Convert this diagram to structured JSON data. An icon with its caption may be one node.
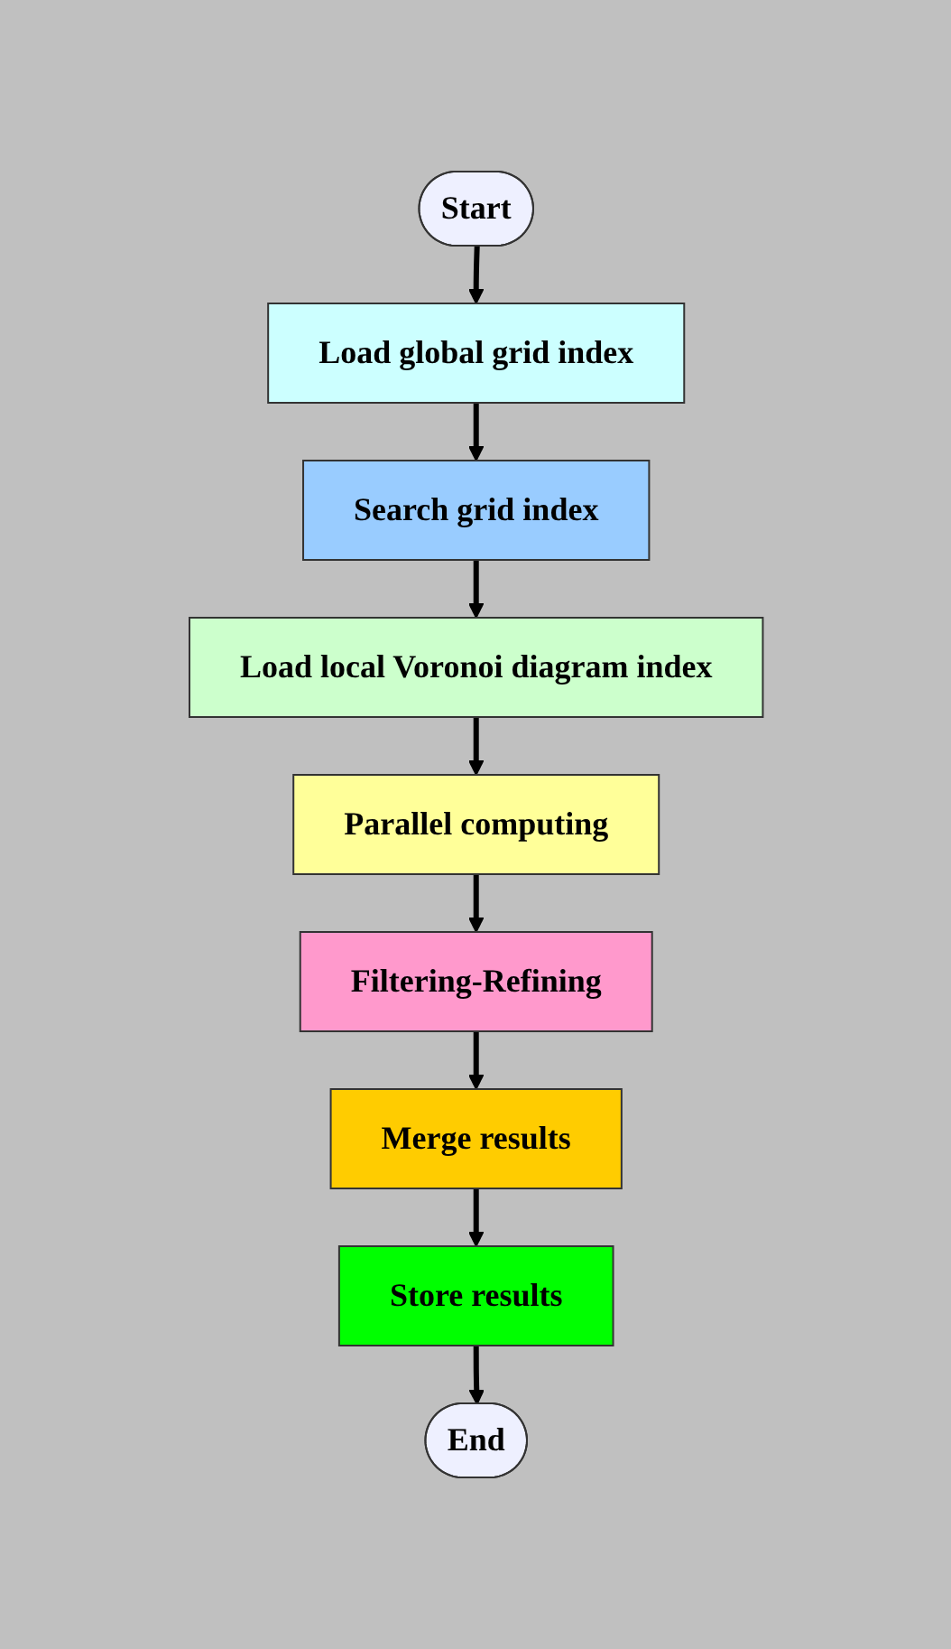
{
  "diagram": {
    "nodes": [
      {
        "text": [
          "Start"
        ]
      },
      {
        "text": [
          "Load global grid index"
        ]
      },
      {
        "text": [
          "Search grid index"
        ]
      },
      {
        "text": [
          "Load local Voronoi diagram index"
        ]
      },
      {
        "text": [
          "Parallel computing"
        ]
      },
      {
        "text": [
          "Filtering-Refining"
        ]
      },
      {
        "text": [
          "Merge results"
        ]
      },
      {
        "text": [
          "Store results"
        ]
      },
      {
        "text": [
          "End"
        ]
      }
    ],
    "edges": [
      {
        "from": 0,
        "to": 1,
        "arrow": "to"
      },
      {
        "from": 1,
        "to": 2,
        "arrow": "to"
      },
      {
        "from": 2,
        "to": 3,
        "arrow": "to"
      },
      {
        "from": 3,
        "to": 4,
        "arrow": "to"
      },
      {
        "from": 4,
        "to": 5,
        "arrow": "to"
      },
      {
        "from": 5,
        "to": 6,
        "arrow": "to"
      },
      {
        "from": 6,
        "to": 7,
        "arrow": "to"
      },
      {
        "from": 7,
        "to": 8,
        "arrow": "to"
      }
    ]
  }
}
